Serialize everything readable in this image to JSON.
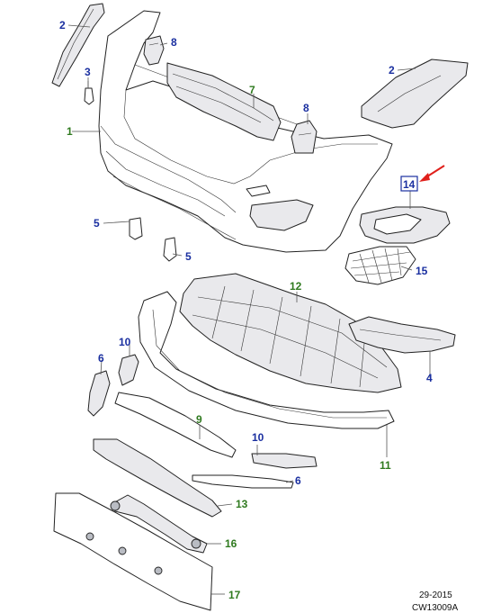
{
  "callouts": [
    {
      "id": "c1",
      "label": "1",
      "color": "#2f7a1f"
    },
    {
      "id": "c2a",
      "label": "2",
      "color": "#1a2fa0"
    },
    {
      "id": "c2b",
      "label": "2",
      "color": "#1a2fa0"
    },
    {
      "id": "c3",
      "label": "3",
      "color": "#1a2fa0"
    },
    {
      "id": "c4",
      "label": "4",
      "color": "#1a2fa0"
    },
    {
      "id": "c5a",
      "label": "5",
      "color": "#1a2fa0"
    },
    {
      "id": "c5b",
      "label": "5",
      "color": "#1a2fa0"
    },
    {
      "id": "c6a",
      "label": "6",
      "color": "#1a2fa0"
    },
    {
      "id": "c6b",
      "label": "6",
      "color": "#1a2fa0"
    },
    {
      "id": "c7",
      "label": "7",
      "color": "#2f7a1f"
    },
    {
      "id": "c8a",
      "label": "8",
      "color": "#1a2fa0"
    },
    {
      "id": "c8b",
      "label": "8",
      "color": "#1a2fa0"
    },
    {
      "id": "c9",
      "label": "9",
      "color": "#2f7a1f"
    },
    {
      "id": "c10a",
      "label": "10",
      "color": "#1a2fa0"
    },
    {
      "id": "c10b",
      "label": "10",
      "color": "#1a2fa0"
    },
    {
      "id": "c11",
      "label": "11",
      "color": "#2f7a1f"
    },
    {
      "id": "c12",
      "label": "12",
      "color": "#2f7a1f"
    },
    {
      "id": "c13",
      "label": "13",
      "color": "#2f7a1f"
    },
    {
      "id": "c14",
      "label": "14",
      "color": "#1a2fa0"
    },
    {
      "id": "c15",
      "label": "15",
      "color": "#1a2fa0"
    },
    {
      "id": "c16",
      "label": "16",
      "color": "#2f7a1f"
    },
    {
      "id": "c17",
      "label": "17",
      "color": "#2f7a1f"
    }
  ],
  "footer": {
    "date": "29-2015",
    "code": "CW13009A"
  },
  "highlight": {
    "boxed_callout": "14",
    "arrow_color": "#e0201b"
  }
}
